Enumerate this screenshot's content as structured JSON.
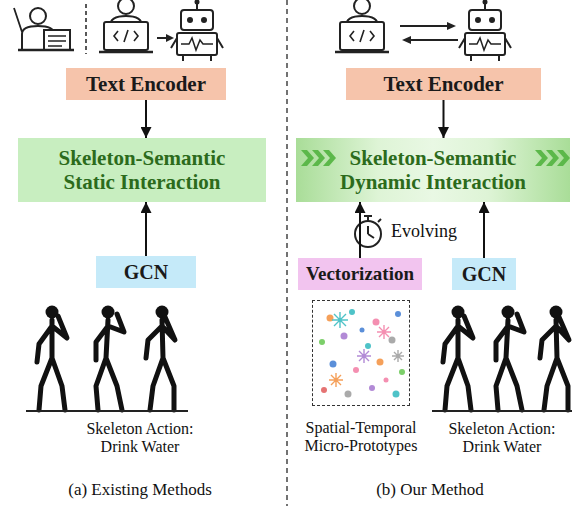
{
  "diagram": {
    "nodes": [
      {
        "text": [
          "Text Encoder"
        ]
      },
      {
        "text": [
          "Skeleton-Semantic Static Interaction"
        ]
      },
      {
        "text": [
          "GCN"
        ]
      },
      {
        "text": [
          "Text Encoder"
        ]
      },
      {
        "text": [
          "Skeleton-Semantic Dynamic Interaction"
        ]
      },
      {
        "text": [
          "Vectorization"
        ]
      },
      {
        "text": [
          "GCN"
        ]
      },
      {
        "text": [
          "Spatial-Temporal Micro-Prototypes"
        ]
      }
    ],
    "edges": [
      {
        "from": 0,
        "to": 1,
        "arrow": "to"
      },
      {
        "from": 2,
        "to": 1,
        "arrow": "to"
      },
      {
        "from": 3,
        "to": 4,
        "arrow": "to"
      },
      {
        "from": 5,
        "to": 4,
        "arrow": "to"
      },
      {
        "from": 6,
        "to": 4,
        "arrow": "to"
      }
    ],
    "labels": [
      "Evolving",
      "Skeleton Action: Drink Water",
      "Skeleton Action: Drink Water",
      "(a) Existing Methods",
      "(b) Our Method"
    ]
  }
}
